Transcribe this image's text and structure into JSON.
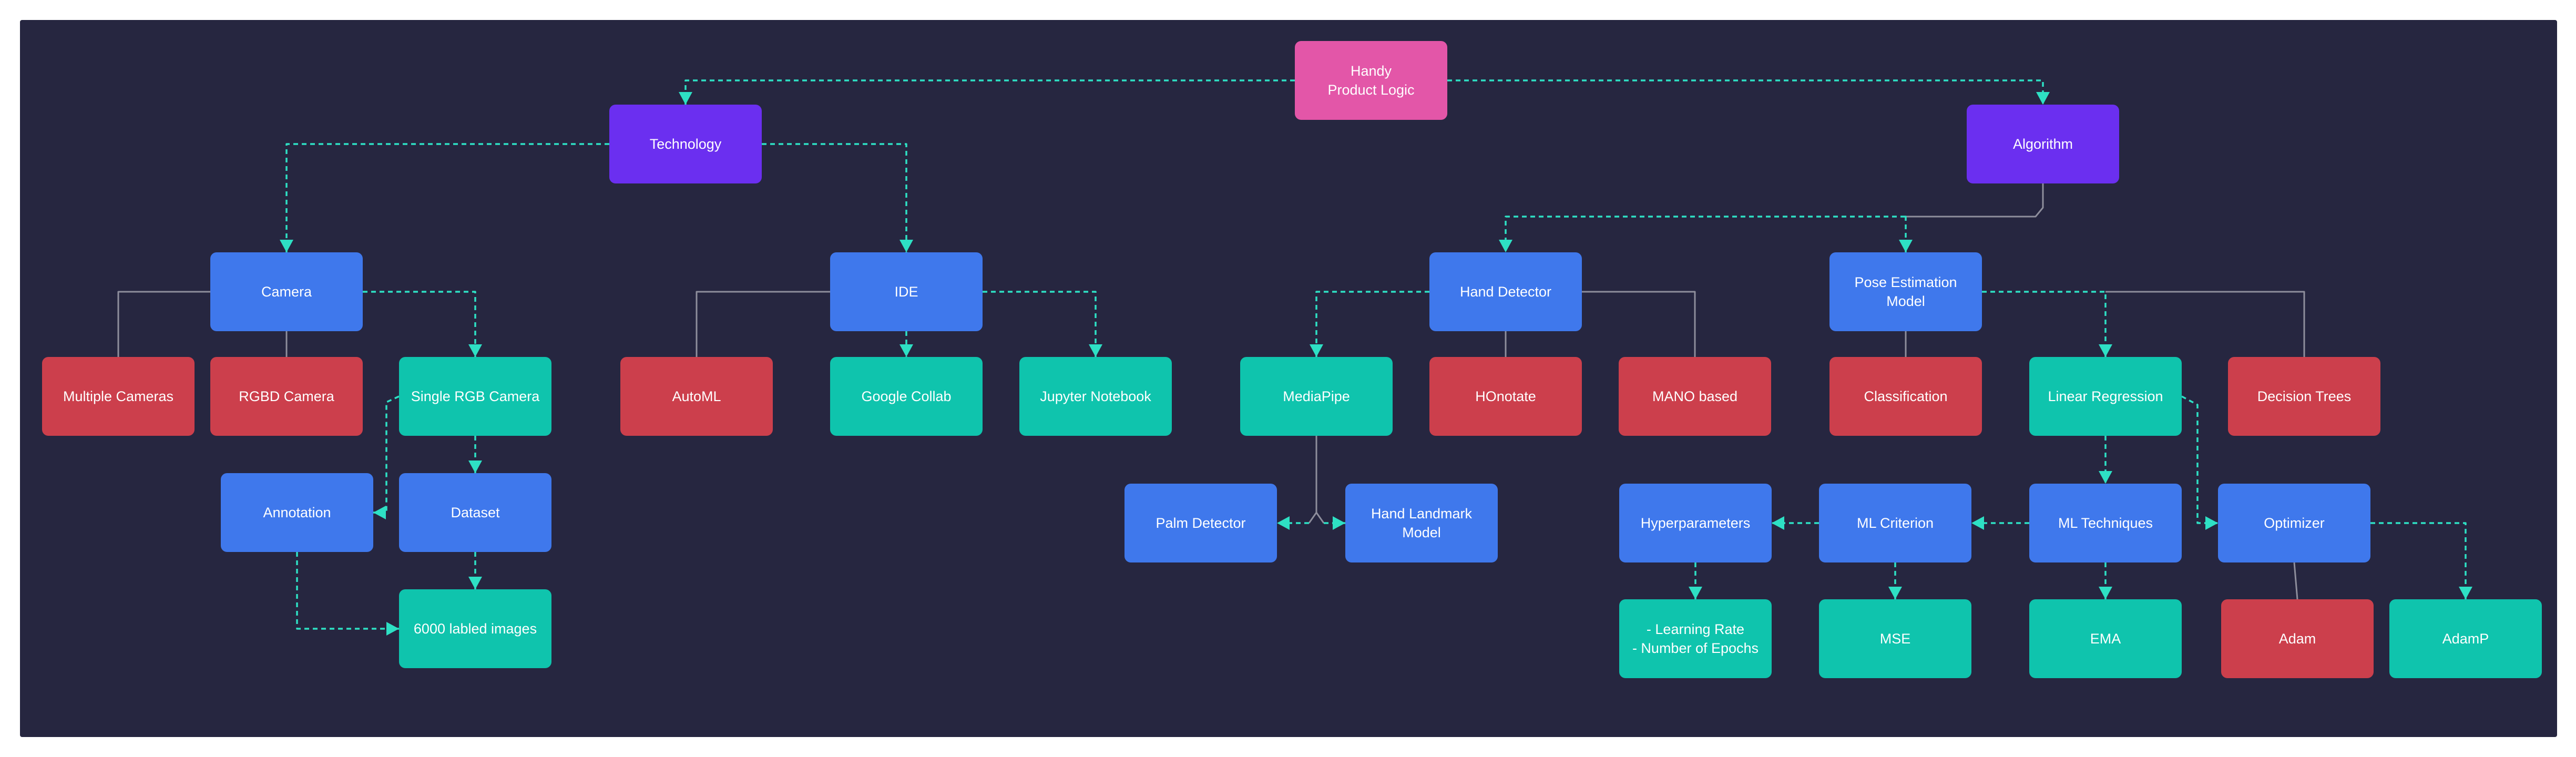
{
  "colors": {
    "background": "#262640",
    "edge_dashed": "#2ee0c4",
    "edge_solid": "#8e8e9c",
    "root": "#e356a8",
    "category": "#6b2ff0",
    "blue": "#3f78ec",
    "teal": "#0fc4ad",
    "red": "#cc3f4c"
  },
  "nodes": [
    {
      "id": "root",
      "label": "Handy\nProduct Logic",
      "color": "root"
    },
    {
      "id": "technology",
      "label": "Technology",
      "color": "category"
    },
    {
      "id": "algorithm",
      "label": "Algorithm",
      "color": "category"
    },
    {
      "id": "camera",
      "label": "Camera",
      "color": "blue"
    },
    {
      "id": "ide",
      "label": "IDE",
      "color": "blue"
    },
    {
      "id": "hand-detector",
      "label": "Hand Detector",
      "color": "blue"
    },
    {
      "id": "pose-estimation",
      "label": "Pose Estimation\nModel",
      "color": "blue"
    },
    {
      "id": "multiple-cameras",
      "label": "Multiple Cameras",
      "color": "red"
    },
    {
      "id": "rgbd-camera",
      "label": "RGBD Camera",
      "color": "red"
    },
    {
      "id": "single-rgb-camera",
      "label": "Single RGB Camera",
      "color": "teal"
    },
    {
      "id": "automl",
      "label": "AutoML",
      "color": "red"
    },
    {
      "id": "google-collab",
      "label": "Google Collab",
      "color": "teal"
    },
    {
      "id": "jupyter-notebook",
      "label": "Jupyter Notebook",
      "color": "teal"
    },
    {
      "id": "mediapipe",
      "label": "MediaPipe",
      "color": "teal"
    },
    {
      "id": "honotate",
      "label": "HOnotate",
      "color": "red"
    },
    {
      "id": "mano-based",
      "label": "MANO based",
      "color": "red"
    },
    {
      "id": "classification",
      "label": "Classification",
      "color": "red"
    },
    {
      "id": "linear-regression",
      "label": "Linear Regression",
      "color": "teal"
    },
    {
      "id": "decision-trees",
      "label": "Decision Trees",
      "color": "red"
    },
    {
      "id": "annotation",
      "label": "Annotation",
      "color": "blue"
    },
    {
      "id": "dataset",
      "label": "Dataset",
      "color": "blue"
    },
    {
      "id": "labeled-images",
      "label": "6000 labled images",
      "color": "teal"
    },
    {
      "id": "palm-detector",
      "label": "Palm Detector",
      "color": "blue"
    },
    {
      "id": "hand-landmark",
      "label": "Hand Landmark\nModel",
      "color": "blue"
    },
    {
      "id": "hyperparameters",
      "label": "Hyperparameters",
      "color": "blue"
    },
    {
      "id": "ml-criterion",
      "label": "ML Criterion",
      "color": "blue"
    },
    {
      "id": "ml-techniques",
      "label": "ML Techniques",
      "color": "blue"
    },
    {
      "id": "optimizer",
      "label": "Optimizer",
      "color": "blue"
    },
    {
      "id": "learning-rate",
      "label": "- Learning Rate\n- Number of Epochs",
      "color": "teal"
    },
    {
      "id": "mse",
      "label": "MSE",
      "color": "teal"
    },
    {
      "id": "ema",
      "label": "EMA",
      "color": "teal"
    },
    {
      "id": "adam",
      "label": "Adam",
      "color": "red"
    },
    {
      "id": "adamp",
      "label": "AdamP",
      "color": "teal"
    }
  ],
  "edges": [
    {
      "from": "root",
      "to": "technology",
      "style": "dashed"
    },
    {
      "from": "root",
      "to": "algorithm",
      "style": "dashed"
    },
    {
      "from": "technology",
      "to": "camera",
      "style": "dashed"
    },
    {
      "from": "technology",
      "to": "ide",
      "style": "dashed"
    },
    {
      "from": "algorithm",
      "to": "hand-detector",
      "style": "mixed"
    },
    {
      "from": "algorithm",
      "to": "pose-estimation",
      "style": "mixed"
    },
    {
      "from": "camera",
      "to": "multiple-cameras",
      "style": "solid"
    },
    {
      "from": "camera",
      "to": "rgbd-camera",
      "style": "solid"
    },
    {
      "from": "camera",
      "to": "single-rgb-camera",
      "style": "dashed"
    },
    {
      "from": "single-rgb-camera",
      "to": "annotation",
      "style": "dashed"
    },
    {
      "from": "single-rgb-camera",
      "to": "dataset",
      "style": "dashed"
    },
    {
      "from": "dataset",
      "to": "labeled-images",
      "style": "dashed"
    },
    {
      "from": "annotation",
      "to": "labeled-images",
      "style": "dashed"
    },
    {
      "from": "ide",
      "to": "automl",
      "style": "solid"
    },
    {
      "from": "ide",
      "to": "google-collab",
      "style": "dashed"
    },
    {
      "from": "ide",
      "to": "jupyter-notebook",
      "style": "dashed"
    },
    {
      "from": "hand-detector",
      "to": "mediapipe",
      "style": "dashed"
    },
    {
      "from": "hand-detector",
      "to": "honotate",
      "style": "solid"
    },
    {
      "from": "hand-detector",
      "to": "mano-based",
      "style": "solid"
    },
    {
      "from": "mediapipe",
      "to": "palm-detector",
      "style": "mixed"
    },
    {
      "from": "mediapipe",
      "to": "hand-landmark",
      "style": "mixed"
    },
    {
      "from": "pose-estimation",
      "to": "classification",
      "style": "solid"
    },
    {
      "from": "pose-estimation",
      "to": "linear-regression",
      "style": "dashed"
    },
    {
      "from": "pose-estimation",
      "to": "decision-trees",
      "style": "solid"
    },
    {
      "from": "linear-regression",
      "to": "ml-techniques",
      "style": "dashed"
    },
    {
      "from": "linear-regression",
      "to": "optimizer",
      "style": "dashed"
    },
    {
      "from": "ml-techniques",
      "to": "ml-criterion",
      "style": "dashed"
    },
    {
      "from": "ml-techniques",
      "to": "ema",
      "style": "dashed"
    },
    {
      "from": "ml-criterion",
      "to": "hyperparameters",
      "style": "dashed"
    },
    {
      "from": "ml-criterion",
      "to": "mse",
      "style": "dashed"
    },
    {
      "from": "hyperparameters",
      "to": "learning-rate",
      "style": "dashed"
    },
    {
      "from": "optimizer",
      "to": "adam",
      "style": "solid"
    },
    {
      "from": "optimizer",
      "to": "adamp",
      "style": "dashed"
    }
  ]
}
